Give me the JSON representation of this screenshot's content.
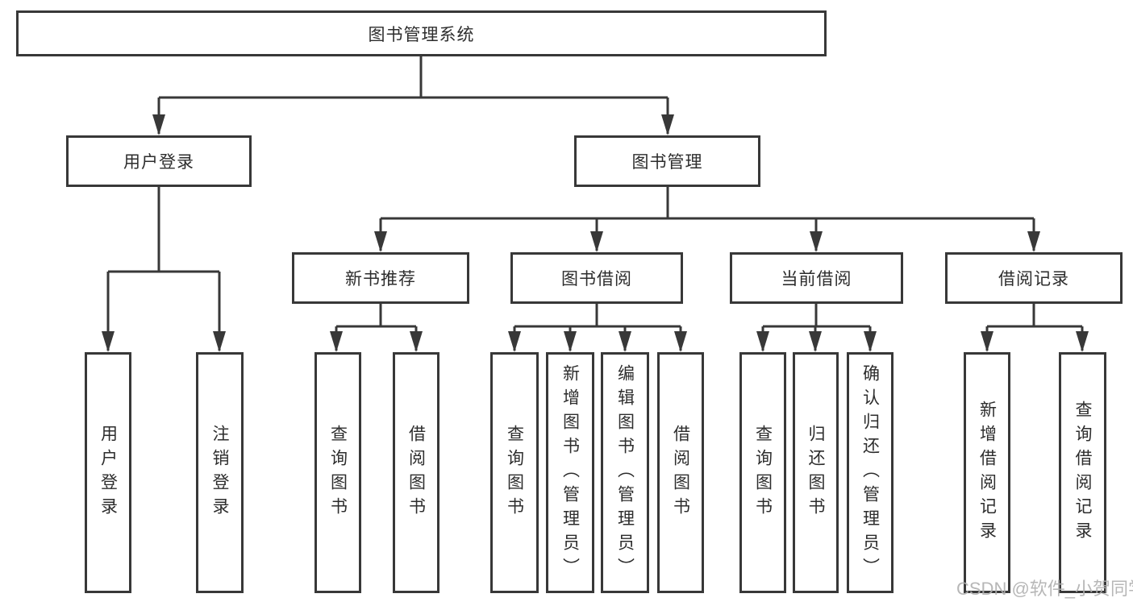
{
  "diagram": {
    "title": "图书管理系统",
    "nodes": {
      "root": "图书管理系统",
      "user_login": "用户登录",
      "book_management": "图书管理",
      "new_book_recommend": "新书推荐",
      "book_borrowing": "图书借阅",
      "current_borrowing": "当前借阅",
      "borrowing_records": "借阅记录"
    },
    "leaves": {
      "user_login": "用户登录",
      "logout": "注销登录",
      "nbr_query_books": "查询图书",
      "nbr_borrow_books": "借阅图书",
      "bb_query_books": "查询图书",
      "bb_add_books": "新增图书（管理员）",
      "bb_edit_books": "编辑图书（管理员）",
      "bb_borrow_books": "借阅图书",
      "cb_query_books": "查询图书",
      "cb_return_books": "归还图书",
      "cb_confirm_return": "确认归还（管理员）",
      "br_add_record": "新增借阅记录",
      "br_query_record": "查询借阅记录"
    }
  },
  "watermark": "CSDN @软件_小贺同学",
  "colors": {
    "line": "#383838",
    "box_border": "#383838",
    "text": "#2d2d2d",
    "watermark": "#afafaf",
    "background": "#ffffff"
  }
}
